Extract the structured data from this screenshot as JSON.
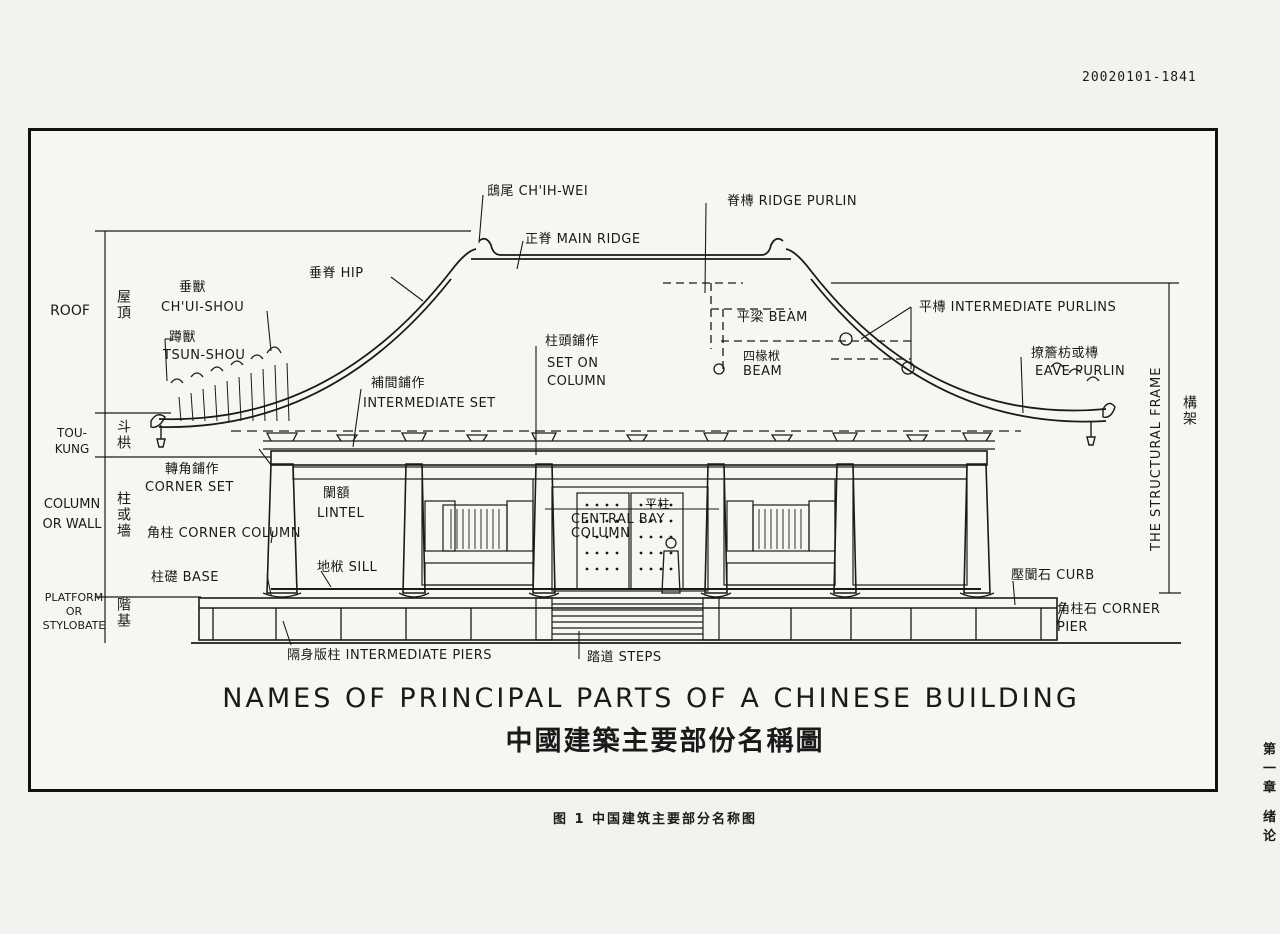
{
  "ref_number": "20020101-1841",
  "chapter_tag": "第一章 绪论",
  "caption": "图 1   中国建筑主要部分名称图",
  "title_en": "NAMES OF PRINCIPAL PARTS OF A CHINESE BUILDING",
  "title_cn": "中國建築主要部份名稱圖",
  "side_labels": {
    "roof_en": "ROOF",
    "roof_cn": "屋頂",
    "toukung_en": "TOU-KUNG",
    "toukung_cn": "斗栱",
    "column_en": "COLUMN OR WALL",
    "column_cn": "柱或墻",
    "platform_en": "PLATFORM OR STYLOBATE",
    "platform_cn": "階基",
    "structural_en": "THE STRUCTURAL FRAME",
    "structural_cn": "構架"
  },
  "labels": {
    "chih_wei": "鴟尾 CH'IH-WEI",
    "main_ridge": "正脊 MAIN RIDGE",
    "hip": "垂脊 HIP",
    "chui_shou_cn": "垂獸",
    "chui_shou_en": "CH'UI-SHOU",
    "tsun_shou_cn": "蹲獸",
    "tsun_shou_en": "TSUN-SHOU",
    "ridge_purlin": "脊槫 RIDGE PURLIN",
    "intermediate_purlins": "平槫 INTERMEDIATE PURLINS",
    "ping_liang_beam": "平梁 BEAM",
    "si_chuan_fu_cn": "四椽栿",
    "si_chuan_fu_en": "BEAM",
    "set_on_column_cn": "柱頭鋪作",
    "set_on_column_en": "SET ON COLUMN",
    "intermediate_set_cn": "補間鋪作",
    "intermediate_set_en": "INTERMEDIATE SET",
    "eave_purlin_cn": "撩簷枋或槫",
    "eave_purlin_en": "EAVE PURLIN",
    "corner_set_cn": "轉角鋪作",
    "corner_set_en": "CORNER SET",
    "lintel_cn": "闌額",
    "lintel_en": "LINTEL",
    "corner_column": "角柱 CORNER COLUMN",
    "central_bay_cn": "平柱",
    "central_bay_en": "CENTRAL BAY COLUMN",
    "base": "柱礎 BASE",
    "sill": "地栿 SILL",
    "curb": "壓闌石 CURB",
    "corner_pier": "角柱石 CORNER PIER",
    "intermediate_piers": "隔身版柱 INTERMEDIATE PIERS",
    "steps": "踏道 STEPS"
  }
}
